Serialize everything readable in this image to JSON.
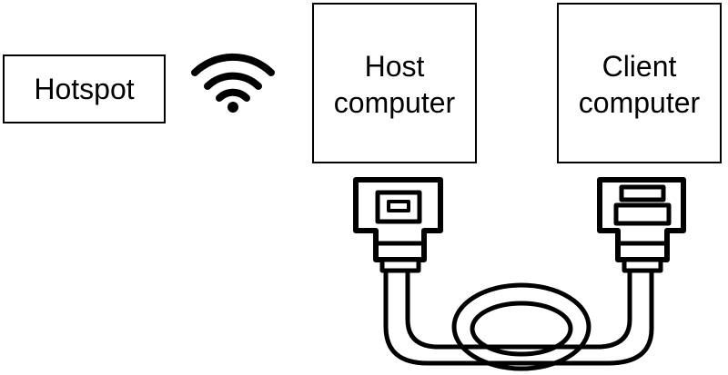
{
  "nodes": {
    "hotspot": {
      "label": "Hotspot"
    },
    "host": {
      "line1": "Host",
      "line2": "computer"
    },
    "client": {
      "line1": "Client",
      "line2": "computer"
    }
  },
  "icons": {
    "wifi": "wifi-icon",
    "host_connector": "ethernet-plug-icon",
    "client_connector": "ethernet-plug-icon",
    "cable": "coiled-cable"
  },
  "colors": {
    "stroke": "#000000",
    "fill": "#ffffff"
  }
}
